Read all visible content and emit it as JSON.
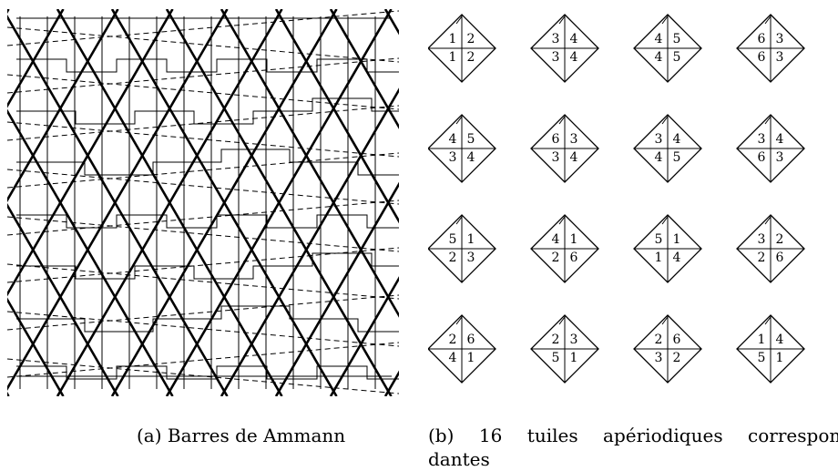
{
  "captions": {
    "a_tag": "(a)",
    "a_text": "Barres de Ammann",
    "b_tag": "(b)",
    "b_count": "16",
    "b_word1": "tuiles",
    "b_word2": "apériodiques",
    "b_word3": "correspon-",
    "b_line2": "dantes"
  },
  "tiles": [
    [
      "1",
      "2",
      "1",
      "2"
    ],
    [
      "3",
      "4",
      "3",
      "4"
    ],
    [
      "4",
      "5",
      "4",
      "5"
    ],
    [
      "6",
      "3",
      "6",
      "3"
    ],
    [
      "4",
      "5",
      "3",
      "4"
    ],
    [
      "6",
      "3",
      "3",
      "4"
    ],
    [
      "3",
      "4",
      "4",
      "5"
    ],
    [
      "3",
      "4",
      "6",
      "3"
    ],
    [
      "5",
      "1",
      "2",
      "3"
    ],
    [
      "4",
      "1",
      "2",
      "6"
    ],
    [
      "5",
      "1",
      "1",
      "4"
    ],
    [
      "3",
      "2",
      "2",
      "6"
    ],
    [
      "2",
      "6",
      "4",
      "1"
    ],
    [
      "2",
      "3",
      "5",
      "1"
    ],
    [
      "2",
      "6",
      "3",
      "2"
    ],
    [
      "1",
      "4",
      "5",
      "1"
    ]
  ]
}
